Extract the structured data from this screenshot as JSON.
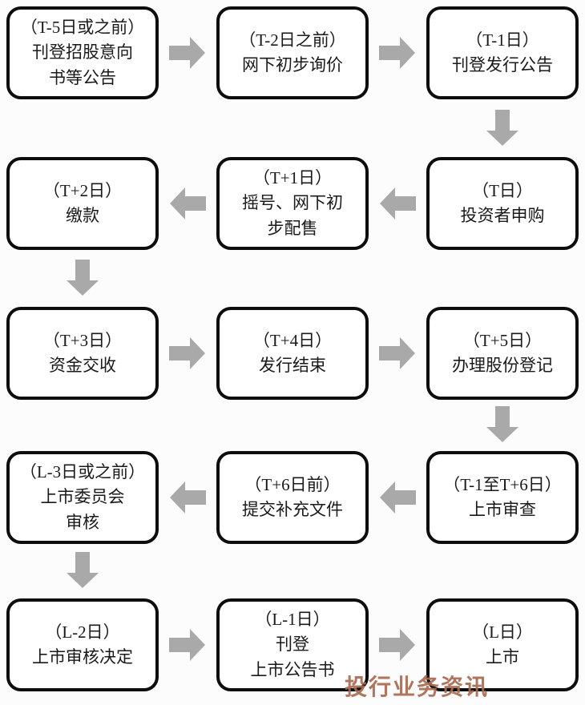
{
  "theme": {
    "page_bg": "#fcfcfc",
    "box_border": "#0d0d0d",
    "text_color": "#1a1a1a",
    "arrow_color": "#a9a9a9",
    "watermark_color": "#a96a50"
  },
  "watermark": {
    "text": "投行业务资讯"
  },
  "flow": {
    "boxes": [
      {
        "day": "（T-5日或之前）",
        "label": "刊登招股意向\n书等公告"
      },
      {
        "day": "（T-2日之前）",
        "label": "网下初步询价"
      },
      {
        "day": "（T-1日）",
        "label": "刊登发行公告"
      },
      {
        "day": "（T日）",
        "label": "投资者申购"
      },
      {
        "day": "（T+1日）",
        "label": "摇号、网下初\n步配售"
      },
      {
        "day": "（T+2日）",
        "label": "缴款"
      },
      {
        "day": "（T+3日）",
        "label": "资金交收"
      },
      {
        "day": "（T+4日）",
        "label": "发行结束"
      },
      {
        "day": "（T+5日）",
        "label": "办理股份登记"
      },
      {
        "day": "（T-1至T+6日）",
        "label": "上市审查"
      },
      {
        "day": "（T+6日前）",
        "label": "提交补充文件"
      },
      {
        "day": "（L-3日或之前）",
        "label": "上市委员会\n审核"
      },
      {
        "day": "（L-2日）",
        "label": "上市审核决定"
      },
      {
        "day": "（L-1日）",
        "label": "刊登\n上市公告书"
      },
      {
        "day": "（L日）",
        "label": "上市"
      }
    ]
  }
}
